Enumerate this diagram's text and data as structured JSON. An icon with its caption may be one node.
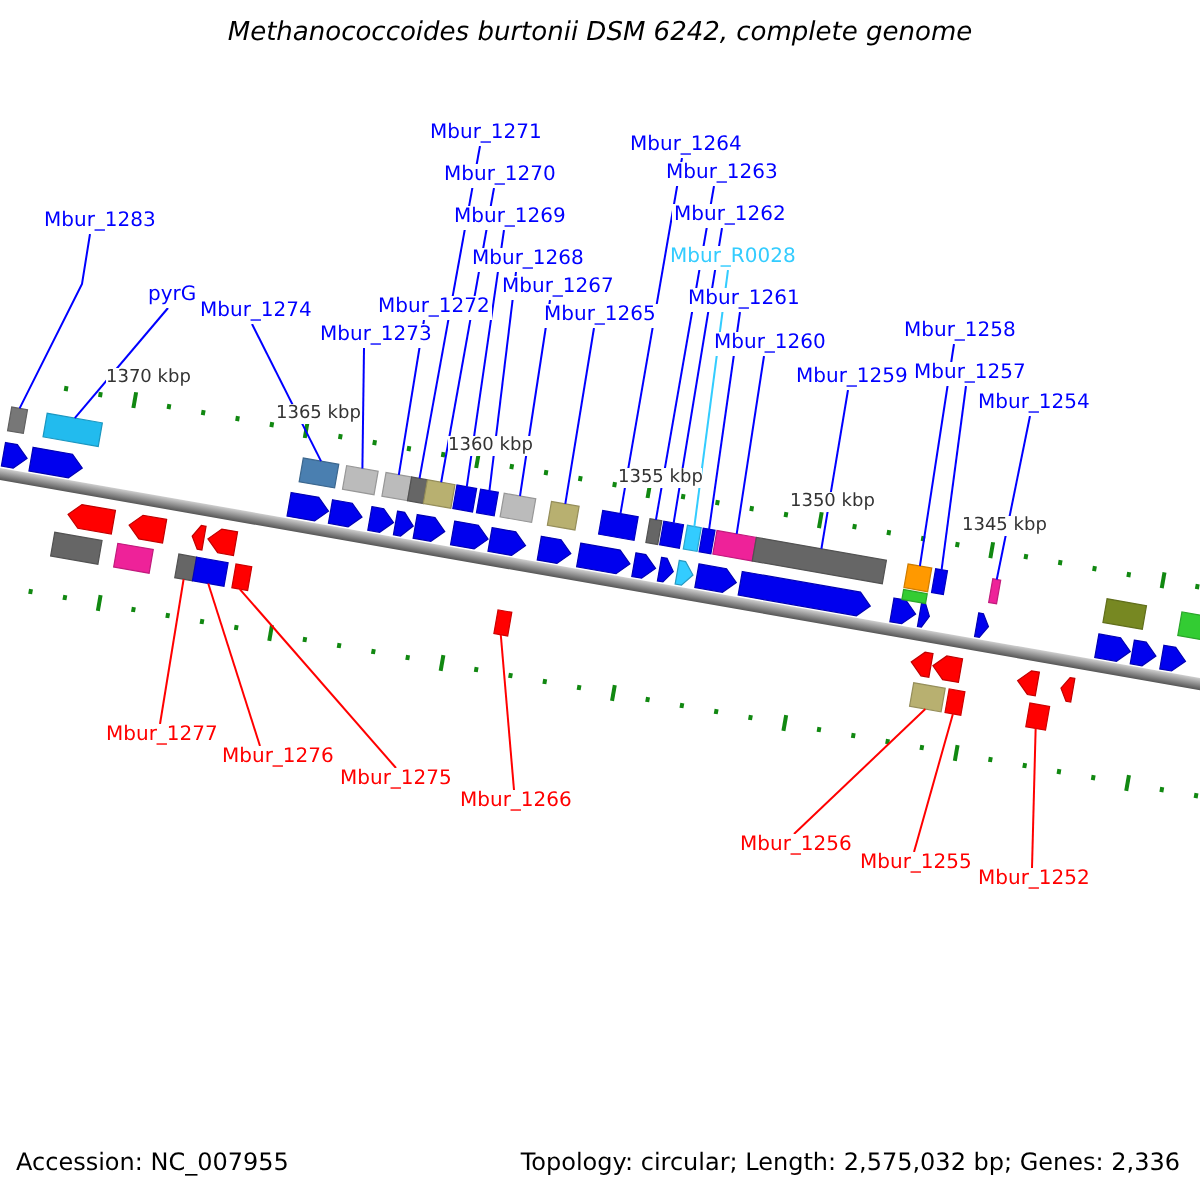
{
  "diagram": {
    "title": "Methanococcoides burtonii DSM 6242, complete genome",
    "nodes": [
      {
        "text": [
          "Mbur_1283"
        ]
      },
      {
        "text": [
          "pyrG"
        ]
      },
      {
        "text": [
          "Mbur_1274"
        ]
      },
      {
        "text": [
          "Mbur_1273"
        ]
      },
      {
        "text": [
          "Mbur_1272"
        ]
      },
      {
        "text": [
          "Mbur_1271"
        ]
      },
      {
        "text": [
          "Mbur_1270"
        ]
      },
      {
        "text": [
          "Mbur_1269"
        ]
      },
      {
        "text": [
          "Mbur_1268"
        ]
      },
      {
        "text": [
          "Mbur_1267"
        ]
      },
      {
        "text": [
          "Mbur_1265"
        ]
      },
      {
        "text": [
          "Mbur_1264"
        ]
      },
      {
        "text": [
          "Mbur_1263"
        ]
      },
      {
        "text": [
          "Mbur_1262"
        ]
      },
      {
        "text": [
          "Mbur_R0028"
        ]
      },
      {
        "text": [
          "Mbur_1261"
        ]
      },
      {
        "text": [
          "Mbur_1260"
        ]
      },
      {
        "text": [
          "Mbur_1259"
        ]
      },
      {
        "text": [
          "Mbur_1258"
        ]
      },
      {
        "text": [
          "Mbur_1257"
        ]
      },
      {
        "text": [
          "Mbur_1254"
        ]
      },
      {
        "text": [
          "Mbur_1277"
        ]
      },
      {
        "text": [
          "Mbur_1276"
        ]
      },
      {
        "text": [
          "Mbur_1275"
        ]
      },
      {
        "text": [
          "Mbur_1266"
        ]
      },
      {
        "text": [
          "Mbur_1256"
        ]
      },
      {
        "text": [
          "Mbur_1255"
        ]
      },
      {
        "text": [
          "Mbur_1252"
        ]
      },
      {
        "text": [],
        "shape": "box"
      },
      {
        "text": [],
        "shape": "box"
      },
      {
        "text": [],
        "shape": "box"
      },
      {
        "text": [],
        "shape": "box"
      },
      {
        "text": [],
        "shape": "box"
      },
      {
        "text": [],
        "shape": "box"
      },
      {
        "text": [],
        "shape": "box"
      },
      {
        "text": [],
        "shape": "box"
      },
      {
        "text": [],
        "shape": "box"
      },
      {
        "text": [],
        "shape": "box"
      },
      {
        "text": [],
        "shape": "box"
      },
      {
        "text": [],
        "shape": "box"
      },
      {
        "text": [],
        "shape": "box"
      },
      {
        "text": [],
        "shape": "box"
      },
      {
        "text": [],
        "shape": "box"
      },
      {
        "text": [],
        "shape": "box"
      },
      {
        "text": [],
        "shape": "box"
      },
      {
        "text": [],
        "shape": "box"
      },
      {
        "text": [],
        "shape": "box"
      },
      {
        "text": [],
        "shape": "box"
      },
      {
        "text": [],
        "shape": "box"
      },
      {
        "text": [],
        "shape": "box"
      },
      {
        "text": [],
        "shape": "box"
      },
      {
        "text": [],
        "shape": "box"
      },
      {
        "text": [],
        "shape": "box"
      },
      {
        "text": [],
        "shape": "box"
      },
      {
        "text": [],
        "shape": "box"
      },
      {
        "text": [],
        "shape": "box"
      }
    ],
    "edges": [
      {
        "from": 0,
        "to": 28,
        "arrow": "none"
      },
      {
        "from": 1,
        "to": 29,
        "arrow": "none"
      },
      {
        "from": 2,
        "to": 30,
        "arrow": "none"
      },
      {
        "from": 3,
        "to": 31,
        "arrow": "none"
      },
      {
        "from": 4,
        "to": 32,
        "arrow": "none"
      },
      {
        "from": 5,
        "to": 33,
        "arrow": "none"
      },
      {
        "from": 6,
        "to": 34,
        "arrow": "none"
      },
      {
        "from": 7,
        "to": 35,
        "arrow": "none"
      },
      {
        "from": 8,
        "to": 36,
        "arrow": "none"
      },
      {
        "from": 9,
        "to": 37,
        "arrow": "none"
      },
      {
        "from": 10,
        "to": 38,
        "arrow": "none"
      },
      {
        "from": 11,
        "to": 39,
        "arrow": "none"
      },
      {
        "from": 12,
        "to": 40,
        "arrow": "none"
      },
      {
        "from": 13,
        "to": 41,
        "arrow": "none"
      },
      {
        "from": 14,
        "to": 42,
        "arrow": "none",
        "color": "#33ccff"
      },
      {
        "from": 15,
        "to": 43,
        "arrow": "none"
      },
      {
        "from": 16,
        "to": 44,
        "arrow": "none"
      },
      {
        "from": 17,
        "to": 45,
        "arrow": "none"
      },
      {
        "from": 18,
        "to": 46,
        "arrow": "none"
      },
      {
        "from": 19,
        "to": 47,
        "arrow": "none"
      },
      {
        "from": 20,
        "to": 48,
        "arrow": "none"
      },
      {
        "from": 21,
        "to": 49,
        "arrow": "none",
        "color": "#ff0000"
      },
      {
        "from": 22,
        "to": 50,
        "arrow": "none",
        "color": "#ff0000"
      },
      {
        "from": 23,
        "to": 51,
        "arrow": "none",
        "color": "#ff0000"
      },
      {
        "from": 24,
        "to": 52,
        "arrow": "none",
        "color": "#ff0000"
      },
      {
        "from": 25,
        "to": 53,
        "arrow": "none",
        "color": "#ff0000"
      },
      {
        "from": 26,
        "to": 54,
        "arrow": "none",
        "color": "#ff0000"
      },
      {
        "from": 27,
        "to": 55,
        "arrow": "none",
        "color": "#ff0000"
      }
    ],
    "labels": [
      "1370 kbp",
      "1365 kbp",
      "1360 kbp",
      "1355 kbp",
      "1350 kbp",
      "1345 kbp",
      "Accession: NC_007955",
      "Topology: circular; Length: 2,575,032 bp; Genes: 2,336"
    ]
  }
}
